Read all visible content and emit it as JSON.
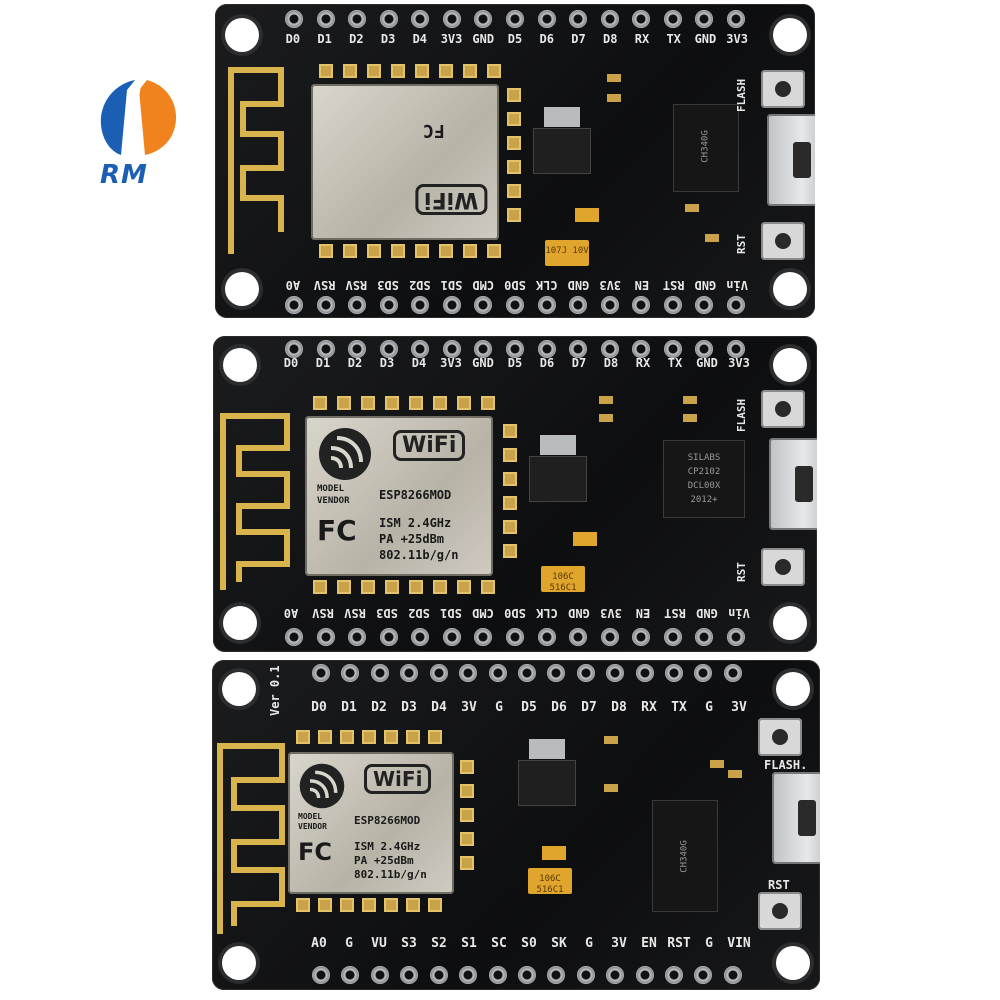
{
  "logo": {
    "text": "RM",
    "colors": {
      "orange": "#f0831e",
      "blue": "#1a5fb4"
    }
  },
  "boards": [
    {
      "top_labels": [
        "D0",
        "D1",
        "D2",
        "D3",
        "D4",
        "3V3",
        "GND",
        "D5",
        "D6",
        "D7",
        "D8",
        "RX",
        "TX",
        "GND",
        "3V3"
      ],
      "bottom_labels": [
        "A0",
        "RSV",
        "RSV",
        "SD3",
        "SD2",
        "SD1",
        "CMD",
        "SD0",
        "CLK",
        "GND",
        "3V3",
        "EN",
        "RST",
        "GND",
        "Vin"
      ],
      "side_labels": {
        "flash": "FLASH",
        "rst": "RST"
      },
      "module_text": {
        "wifi": "WiFi",
        "fc": "FC"
      },
      "chip_text": "CH340G",
      "tant_text": "107J 10V"
    },
    {
      "top_labels": [
        "D0",
        "D1",
        "D2",
        "D3",
        "D4",
        "3V3",
        "GND",
        "D5",
        "D6",
        "D7",
        "D8",
        "RX",
        "TX",
        "GND",
        "3V3"
      ],
      "bottom_labels": [
        "A0",
        "RSV",
        "RSV",
        "SD3",
        "SD2",
        "SD1",
        "CMD",
        "SD0",
        "CLK",
        "GND",
        "3V3",
        "EN",
        "RST",
        "GND",
        "Vin"
      ],
      "side_labels": {
        "flash": "FLASH",
        "rst": "RST"
      },
      "module_text": {
        "wifi": "WiFi",
        "model": "MODEL",
        "vendor": "VENDOR",
        "name": "ESP8266MOD",
        "fc": "FC",
        "ism": "ISM 2.4GHz",
        "pa": "PA  +25dBm",
        "std": "802.11b/g/n"
      },
      "chip_text": [
        "SILABS",
        "CP2102",
        "DCL00X",
        "2012+"
      ],
      "tant_text": "106C 516C1"
    },
    {
      "version": "Ver 0.1",
      "top_labels": [
        "D0",
        "D1",
        "D2",
        "D3",
        "D4",
        "3V",
        "G",
        "D5",
        "D6",
        "D7",
        "D8",
        "RX",
        "TX",
        "G",
        "3V"
      ],
      "bottom_labels": [
        "A0",
        "G",
        "VU",
        "S3",
        "S2",
        "S1",
        "SC",
        "S0",
        "SK",
        "G",
        "3V",
        "EN",
        "RST",
        "G",
        "VIN"
      ],
      "side_labels": {
        "flash": "FLASH.",
        "rst": "RST"
      },
      "module_text": {
        "wifi": "WiFi",
        "model": "MODEL",
        "vendor": "VENDOR",
        "name": "ESP8266MOD",
        "fc": "FC",
        "ism": "ISM 2.4GHz",
        "pa": "PA  +25dBm",
        "std": "802.11b/g/n"
      },
      "chip_text": "CH340G",
      "tant_text": "106C 516C1"
    }
  ]
}
